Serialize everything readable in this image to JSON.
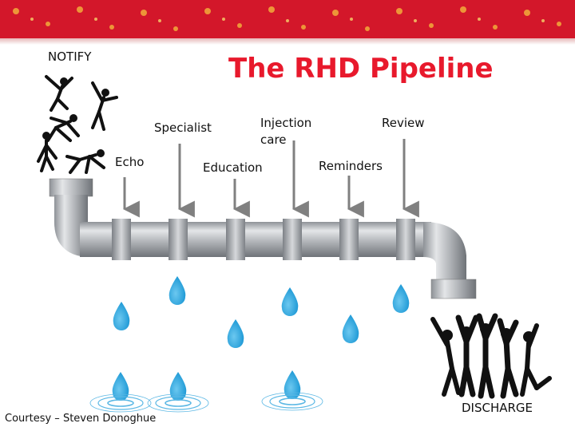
{
  "title": "The RHD Pipeline",
  "labels": {
    "notify": "NOTIFY",
    "specialist": "Specialist",
    "echo": "Echo",
    "injection_care_line1": "Injection",
    "injection_care_line2": "care",
    "education": "Education",
    "review": "Review",
    "reminders": "Reminders",
    "discharge": "DISCHARGE"
  },
  "credit": "Courtesy – Steven Donoghue",
  "colors": {
    "title": "#e8192c",
    "banner": "#d3172a",
    "pipe": "#a9adb2",
    "drop": "#1f9ad6",
    "arrow": "#808080"
  },
  "icons": [
    "falling-people-icon",
    "celebrating-people-icon",
    "water-drop-icon",
    "ripple-icon"
  ]
}
